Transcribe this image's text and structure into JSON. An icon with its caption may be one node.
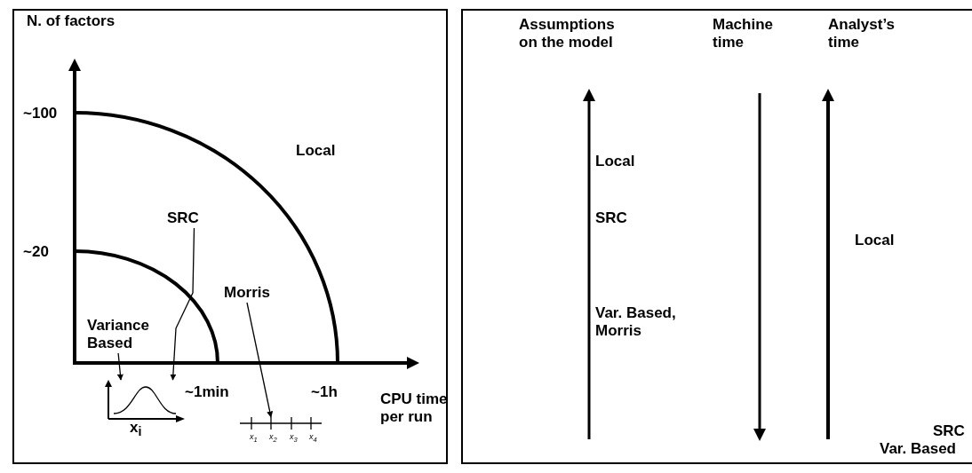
{
  "diagram": {
    "nodes": [
      {
        "text": [
          "Variance Based"
        ]
      },
      {
        "text": [
          "SRC"
        ]
      },
      {
        "text": [
          "Morris"
        ]
      },
      {
        "text": [],
        "shape": "plot",
        "beside": [
          "x$_{i}$"
        ]
      },
      {
        "text": [],
        "shape": "scale",
        "beside": [
          "x$_{1}$",
          "x$_{2}$",
          "x$_{3}$",
          "x$_{4}$"
        ]
      }
    ],
    "edges": [
      {
        "from": 0,
        "to": 3,
        "arrow": "to"
      },
      {
        "from": 1,
        "to": 3,
        "arrow": "to"
      },
      {
        "from": 2,
        "to": 4,
        "arrow": "to"
      }
    ],
    "labels": [
      "N. of factors",
      "~100",
      "~20",
      "Local",
      "~1min",
      "~1h",
      "CPU time per run",
      "Assumptions on the model",
      "Machine time",
      "Analyst’s time",
      "Local",
      "SRC",
      "Var. Based, Morris",
      "Local",
      "SRC",
      "Var. Based"
    ]
  }
}
